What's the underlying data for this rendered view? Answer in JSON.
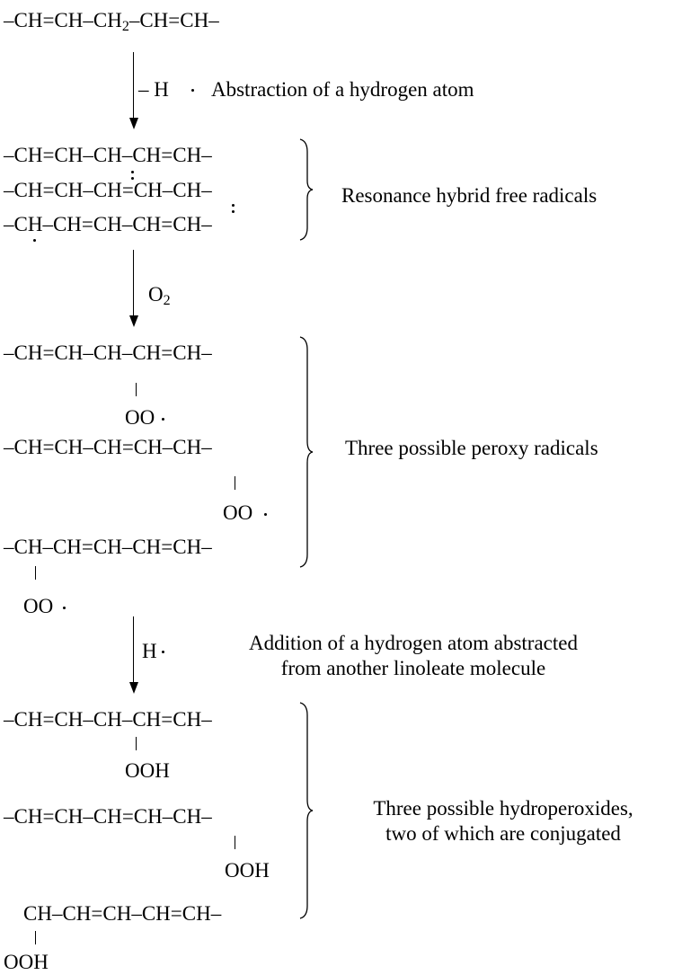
{
  "start": {
    "formula_a": "–CH=CH–CH",
    "sub2": "2",
    "formula_b": "–CH=CH–"
  },
  "step1": {
    "reagent": "– H",
    "label": "Abstraction of a hydrogen atom"
  },
  "radicals": {
    "lines": [
      "–CH=CH–CH–CH=CH–",
      "–CH=CH–CH=CH–CH–",
      "–CH–CH=CH–CH=CH–"
    ],
    "label": "Resonance hybrid free radicals"
  },
  "step2": {
    "reagent_o": "O",
    "reagent_sub": "2"
  },
  "peroxy": {
    "lines": [
      "–CH=CH–CH–CH=CH–",
      "–CH=CH–CH=CH–CH–",
      "–CH–CH=CH–CH=CH–"
    ],
    "group": "OO",
    "label": "Three possible peroxy radicals"
  },
  "step3": {
    "reagent": "H",
    "label_line1": "Addition of a hydrogen atom abstracted",
    "label_line2": "from another linoleate molecule"
  },
  "hydroperoxides": {
    "lines": [
      "–CH=CH–CH–CH=CH–",
      "–CH=CH–CH=CH–CH–",
      "CH–CH=CH–CH=CH–"
    ],
    "group": "OOH",
    "label_line1": "Three possible hydroperoxides,",
    "label_line2": "two of which are conjugated"
  },
  "colors": {
    "ink": "#000000",
    "background": "#ffffff"
  }
}
